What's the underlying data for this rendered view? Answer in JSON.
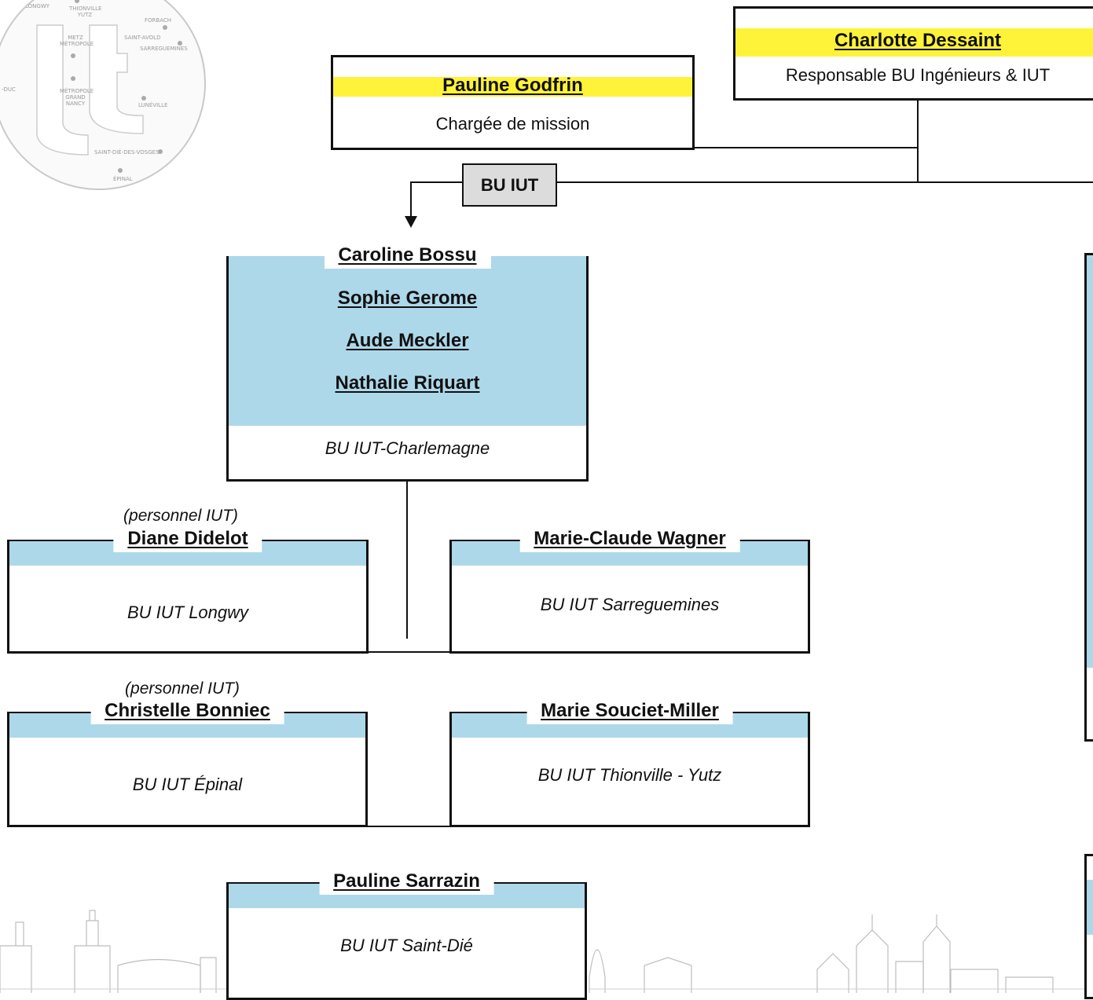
{
  "map": {
    "cities": [
      "LONGWY",
      "THIONVILLE YUTZ",
      "FORBACH",
      "METZ MÉTROPOLE",
      "SAINT-AVOLD",
      "SARREGUEMINES",
      "MÉTROPOLE GRAND NANCY",
      "LUNÉVILLE",
      "SAINT-DIÉ-DES-VOSGES",
      "ÉPINAL",
      "-DUC"
    ]
  },
  "head": {
    "name": "Charlotte Dessaint",
    "role": "Responsable BU Ingénieurs & IUT"
  },
  "mission": {
    "name": "Pauline Godfrin",
    "role": "Chargée de mission"
  },
  "branch_label": "BU IUT",
  "charlemagne": {
    "names": [
      "Caroline Bossu",
      "Sophie Gerome",
      "Aude Meckler",
      "Nathalie Riquart"
    ],
    "location": "BU IUT-Charlemagne"
  },
  "sites": {
    "longwy": {
      "note": "(personnel IUT)",
      "name": "Diane Didelot",
      "location": "BU IUT Longwy"
    },
    "sarreguemines": {
      "name": "Marie-Claude Wagner",
      "location": "BU IUT Sarreguemines"
    },
    "epinal": {
      "note": "(personnel IUT)",
      "name": "Christelle Bonniec",
      "location": "BU IUT Épinal"
    },
    "thionville": {
      "name": "Marie Souciet-Miller",
      "location": "BU IUT Thionville - Yutz"
    },
    "saintdie": {
      "name": "Pauline Sarrazin",
      "location": "BU IUT Saint-Dié"
    }
  },
  "colors": {
    "highlight": "#fff33a",
    "team_band": "#add8ea",
    "border": "#111111"
  }
}
